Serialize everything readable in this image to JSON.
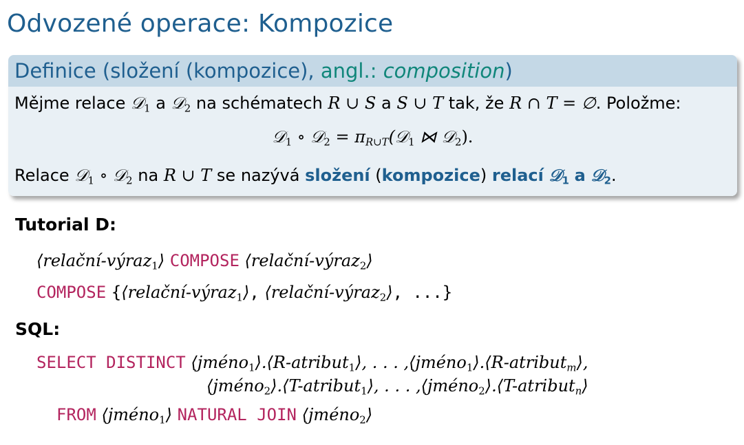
{
  "title": "Odvozené operace: Kompozice",
  "definition": {
    "heading": "Definice (složení (kompozice),",
    "angl_label": "angl.:",
    "angl_term": "composition",
    "heading_close": ")",
    "line1": {
      "t1": "Mějme relace",
      "d1": "𝒟",
      "sub1": "1",
      "t2": "a",
      "d2": "𝒟",
      "sub2": "2",
      "t3": "na schématech",
      "rus": "R ∪ S",
      "t4": "a",
      "sut": "S ∪ T",
      "t5": "tak, že",
      "rnt": "R ∩ T = ∅",
      "t6": ". Položme:"
    },
    "formula": {
      "lhs": "𝒟",
      "s1": "1",
      "op": " ∘ ",
      "lhs2": "𝒟",
      "s2": "2",
      "eq": " = π",
      "pisub": "R∪T",
      "paren": "(𝒟",
      "s3": "1",
      "join": " ⋈ 𝒟",
      "s4": "2",
      "end": ")."
    },
    "line3": {
      "t1": "Relace",
      "d1": "𝒟",
      "s1": "1",
      "op": " ∘ 𝒟",
      "s2": "2",
      "t2": "na",
      "rut": "R ∪ T",
      "t3": "se nazývá",
      "b1": "složení",
      "p1": "(",
      "b2": "kompozice",
      "p2": ")",
      "b3": "relací",
      "bd1": "𝒟",
      "bs1": "1",
      "b4": "a",
      "bd2": "𝒟",
      "bs2": "2",
      "end": "."
    }
  },
  "tutorial_d": {
    "heading": "Tutorial D:",
    "line1": {
      "l": "⟨",
      "expr1": "relační-výraz",
      "s1": "1",
      "r": "⟩",
      "kw": "COMPOSE",
      "l2": "⟨",
      "expr2": "relační-výraz",
      "s2": "2",
      "r2": "⟩"
    },
    "line2": {
      "kw": "COMPOSE",
      "open": "{",
      "l": "⟨",
      "expr1": "relační-výraz",
      "s1": "1",
      "r": "⟩",
      "comma": ",",
      "l2": "⟨",
      "expr2": "relační-výraz",
      "s2": "2",
      "r2": "⟩",
      "rest": ", ...}"
    }
  },
  "sql": {
    "heading": "SQL:",
    "line1": {
      "kw": "SELECT DISTINCT",
      "a": "⟨jméno",
      "as": "1",
      "b": "⟩.⟨R-atribut",
      "bs": "1",
      "c": "⟩, . . . ,⟨jméno",
      "cs": "1",
      "d": "⟩.⟨R-atribut",
      "ds": "m",
      "e": "⟩,"
    },
    "line2": {
      "a": "⟨jméno",
      "as": "2",
      "b": "⟩.⟨T-atribut",
      "bs": "1",
      "c": "⟩, . . . ,⟨jméno",
      "cs": "2",
      "d": "⟩.⟨T-atribut",
      "ds": "n",
      "e": "⟩"
    },
    "line3": {
      "kw1": "FROM",
      "a": "⟨jméno",
      "as": "1",
      "ar": "⟩",
      "kw2": "NATURAL JOIN",
      "b": "⟨jméno",
      "bs": "2",
      "br": "⟩"
    }
  },
  "colors": {
    "title": "#1f5f8f",
    "keyword": "#b3245e",
    "angl": "#10867a",
    "box_header": "#c4d8e6",
    "box_body": "#e9f0f5"
  }
}
